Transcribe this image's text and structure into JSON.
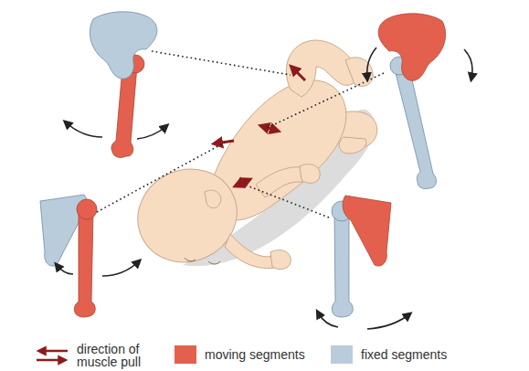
{
  "diagram": {
    "legend": [
      {
        "text": "direction of muscle pull"
      },
      {
        "text": "moving segments",
        "color": "#e4604e"
      },
      {
        "text": "fixed segments",
        "color": "#b9ccdc"
      }
    ]
  }
}
